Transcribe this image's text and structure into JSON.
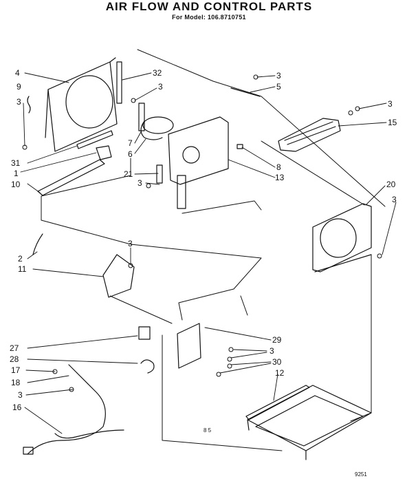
{
  "title": "AIR FLOW AND CONTROL PARTS",
  "subtitle": "For Model: 106.8710751",
  "callouts": [
    "4",
    "32",
    "3",
    "9",
    "3",
    "31",
    "1",
    "10",
    "7",
    "6",
    "21",
    "3",
    "3",
    "5",
    "3",
    "15",
    "8",
    "13",
    "20",
    "3",
    "2",
    "11",
    "3",
    "27",
    "28",
    "17",
    "18",
    "3",
    "16",
    "29",
    "3",
    "3",
    "30",
    "12"
  ],
  "notes": {
    "center_code": "8 5",
    "figure_code": "9251"
  }
}
